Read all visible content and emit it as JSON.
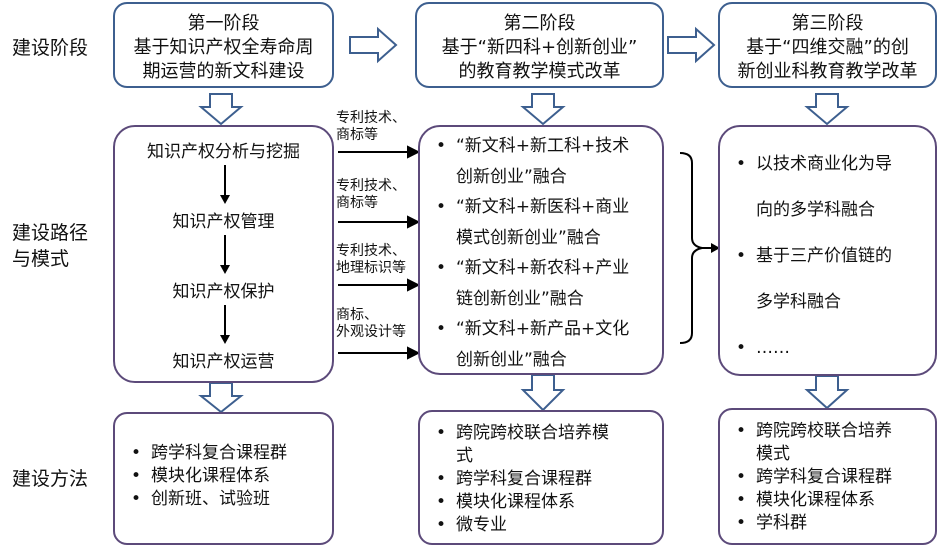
{
  "row_labels": {
    "stage": "建设阶段",
    "path_line1": "建设路径",
    "path_line2": "与模式",
    "method": "建设方法"
  },
  "stages": [
    {
      "title": "第一阶段",
      "line1": "基于知识产权全寿命周",
      "line2": "期运营的新文科建设"
    },
    {
      "title": "第二阶段",
      "line1": "基于“新四科+创新创业”",
      "line2": "的教育教学模式改革"
    },
    {
      "title": "第三阶段",
      "line1": "基于“四维交融”的创",
      "line2": "新创业科教育教学改革"
    }
  ],
  "ip_steps": [
    "知识产权分析与挖掘",
    "知识产权管理",
    "知识产权保护",
    "知识产权运营"
  ],
  "connector_notes": [
    {
      "line1": "专利技术、",
      "line2": "商标等"
    },
    {
      "line1": "专利技术、",
      "line2": "商标等"
    },
    {
      "line1": "专利技术、",
      "line2": "地理标识等"
    },
    {
      "line1": "商标、",
      "line2": "外观设计等"
    }
  ],
  "fusion_items": [
    "“新文科+新工科+技术",
    "创新创业”融合",
    "“新文科+新医科+商业",
    "模式创新创业”融合",
    "“新文科+新农科+产业",
    "链创新创业”融合",
    "“新文科+新产品+文化",
    "创新创业”融合"
  ],
  "stage3_items": [
    "以技术商业化为导",
    "向的多学科融合",
    "基于三产价值链的",
    "多学科融合",
    "……"
  ],
  "methods": [
    [
      "跨学科复合课程群",
      "模块化课程体系",
      "创新班、试验班"
    ],
    [
      "跨院跨校联合培养模",
      "式",
      "跨学科复合课程群",
      "模块化课程体系",
      "微专业"
    ],
    [
      "跨院跨校联合培养",
      "模式",
      "跨学科复合课程群",
      "模块化课程体系",
      "学科群"
    ]
  ],
  "colors": {
    "stage_border": "#3d5f8f",
    "box_border": "#5c4a7a",
    "arrow_border": "#3d5f8f"
  }
}
